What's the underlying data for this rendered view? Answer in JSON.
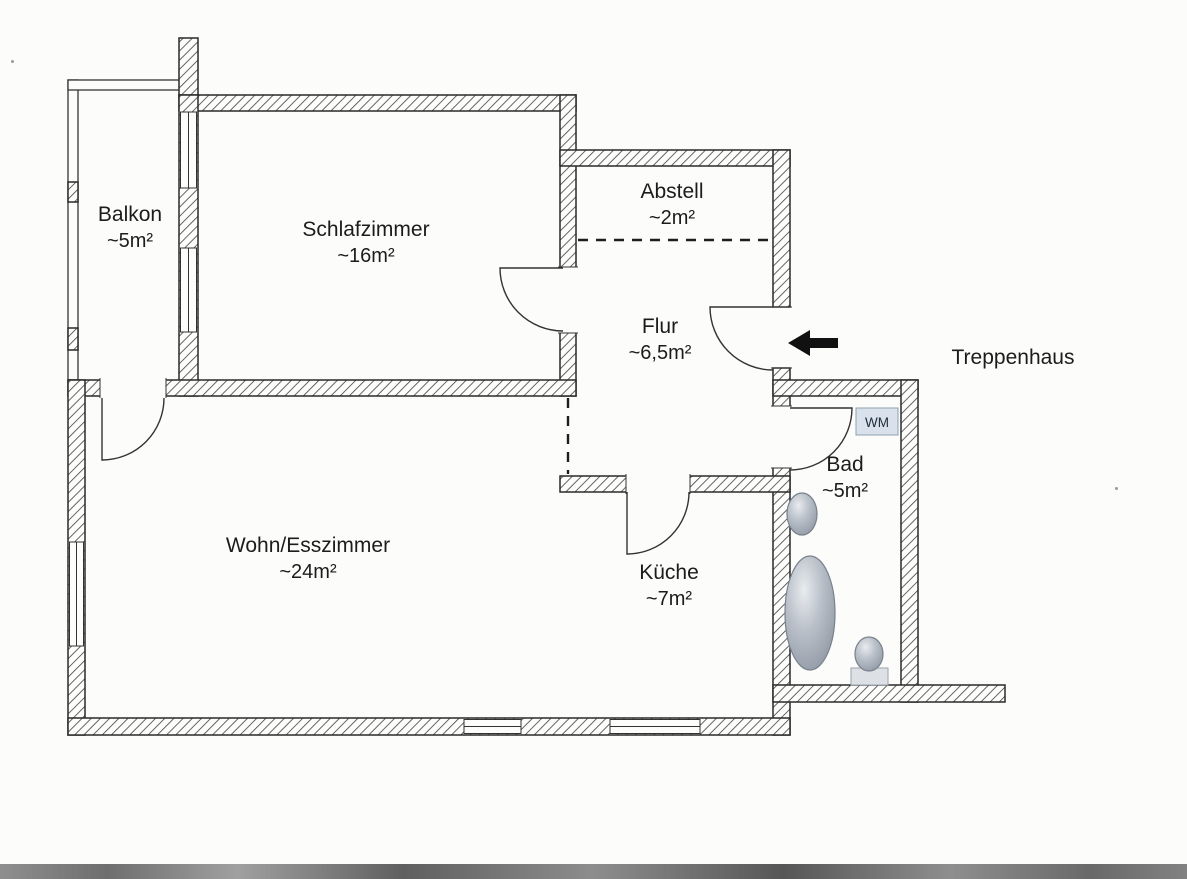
{
  "document": {
    "kind": "scanned apartment floor plan",
    "background_color": "#fcfcfa"
  },
  "rooms": [
    {
      "id": "balkon",
      "name": "Balkon",
      "area": "~5m²"
    },
    {
      "id": "schlafzimmer",
      "name": "Schlafzimmer",
      "area": "~16m²"
    },
    {
      "id": "abstell",
      "name": "Abstell",
      "area": "~2m²"
    },
    {
      "id": "flur",
      "name": "Flur",
      "area": "~6,5m²"
    },
    {
      "id": "wohn-esszimmer",
      "name": "Wohn/Esszimmer",
      "area": "~24m²"
    },
    {
      "id": "kueche",
      "name": "Küche",
      "area": "~7m²"
    },
    {
      "id": "bad",
      "name": "Bad",
      "area": "~5m²"
    }
  ],
  "outside_labels": {
    "treppenhaus": "Treppenhaus"
  },
  "appliances": {
    "washing_machine": "WM"
  },
  "fixtures": [
    "bathtub",
    "sink",
    "toilet"
  ],
  "colors": {
    "wall_hatch": "#4a4a4a",
    "line": "#2a2a2a",
    "wm_box_fill": "#d9e2ec"
  }
}
